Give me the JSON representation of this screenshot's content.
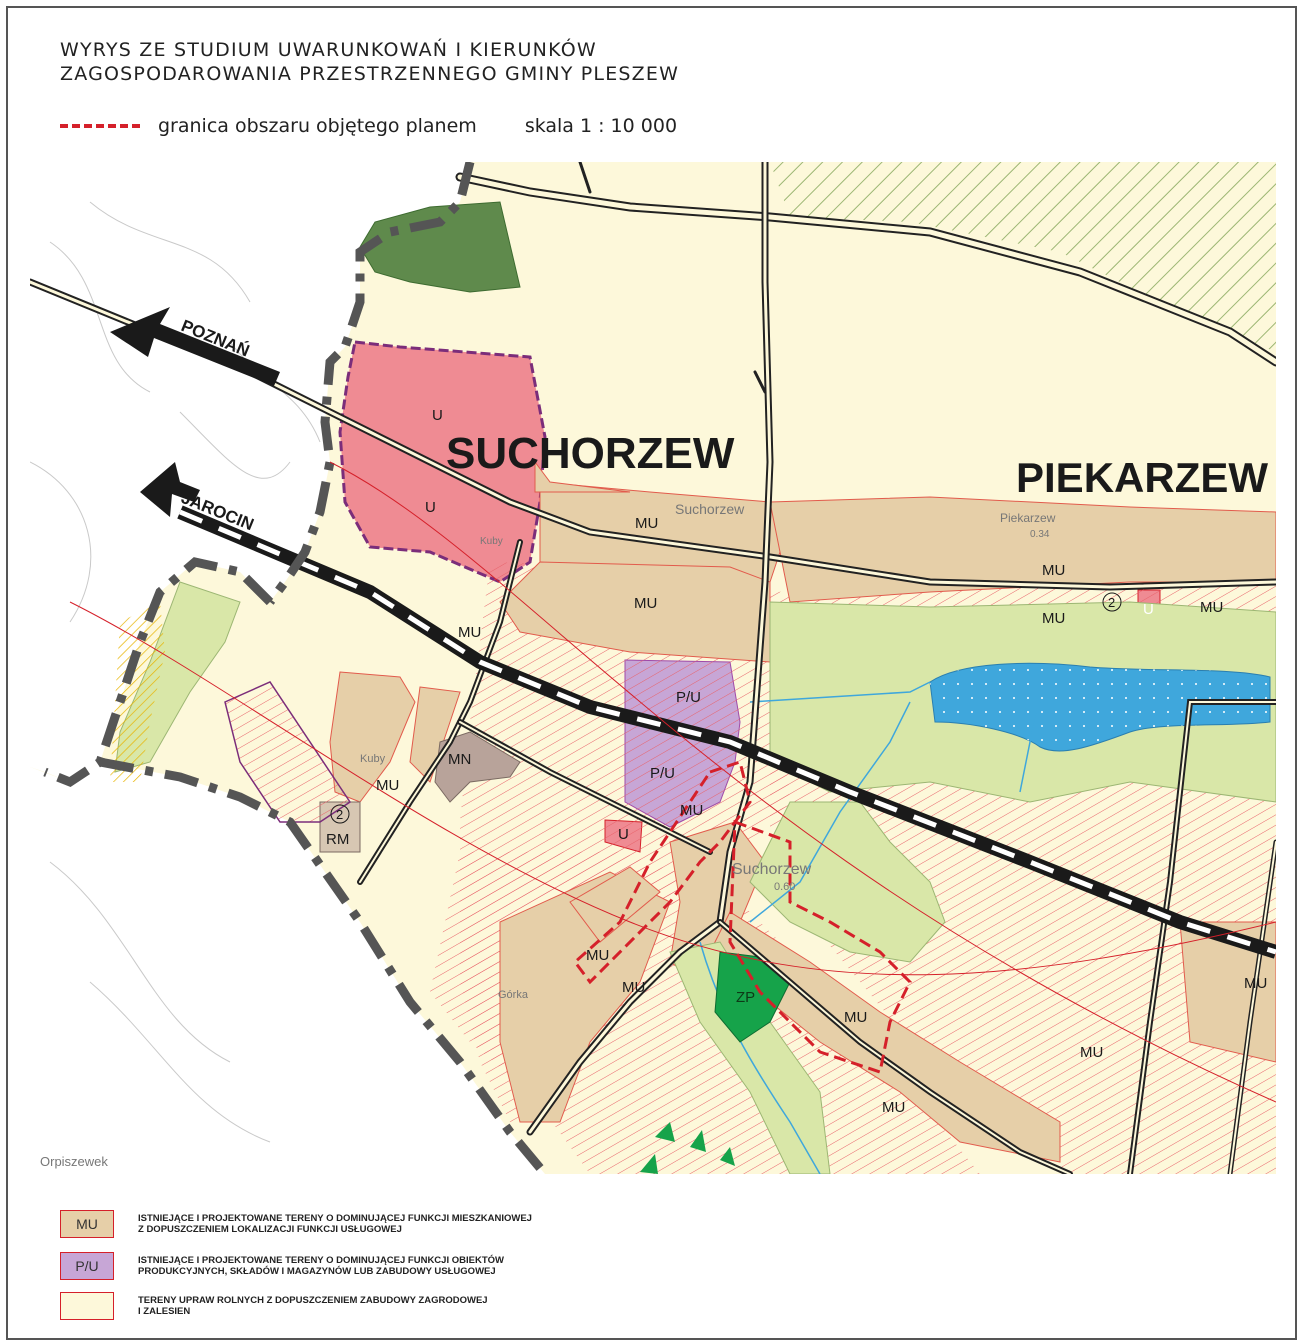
{
  "title": {
    "line1": "WYRYS ZE STUDIUM UWARUNKOWAŃ I KIERUNKÓW",
    "line2": "ZAGOSPODAROWANIA  PRZESTRZENNEGO GMINY PLESZEW"
  },
  "boundary_legend": {
    "label": "granica obszaru objętego planem",
    "scale": "skala 1 : 10 000",
    "color": "#d5202a"
  },
  "map": {
    "villages": {
      "suchorzew": "SUCHORZEW",
      "piekarzew": "PIEKARZEW"
    },
    "directions": {
      "poznan": "POZNAŃ",
      "jarocin": "JAROCIN"
    },
    "place_labels": {
      "suchorzew_small": "Suchorzew",
      "piekarzew_small": "Piekarzew",
      "piekarzew_area": "0.34",
      "suchorzew_lower": "Suchorzew",
      "suchorzew_lower_area": "0.60",
      "kuby_upper": "Kuby",
      "kuby_lower": "Kuby",
      "gorka": "Górka",
      "orpiszewek": "Orpiszewek"
    },
    "zone_labels": {
      "u1": "U",
      "u2": "U",
      "u3": "U",
      "u4": "U",
      "mu1": "MU",
      "mu2": "MU",
      "mu3": "MU",
      "mu4": "MU",
      "mu5": "MU",
      "mu6": "MU",
      "mu7": "MU",
      "mu8": "MU",
      "mu9": "MU",
      "mu10": "MU",
      "mu11": "MU",
      "mu12": "MU",
      "mu13": "MU",
      "mu14": "MU",
      "pu1": "P/U",
      "pu2": "P/U",
      "mn": "MN",
      "rm": "RM",
      "zp": "ZP",
      "circle1": "2",
      "circle2": "2"
    },
    "colors": {
      "agricultural": "#fdf8da",
      "residential": "#e6cfa8",
      "services": "#ef8b93",
      "industrial": "#c7a6d6",
      "green": "#d9e7a8",
      "forest": "#5f8a4c",
      "park": "#16a34a",
      "water": "#3fa7dc",
      "boundary": "#555555",
      "plan_boundary": "#d5202a"
    }
  },
  "legend": {
    "items": [
      {
        "code": "MU",
        "text": "ISTNIEJĄCE I PROJEKTOWANE TERENY O DOMINUJĄCEJ FUNKCJI MIESZKANIOWEJ\nZ DOPUSZCZENIEM LOKALIZACJI FUNKCJI USŁUGOWEJ",
        "color": "#e6cfa8"
      },
      {
        "code": "P/U",
        "text": "ISTNIEJĄCE I PROJEKTOWANE TERENY O DOMINUJĄCEJ FUNKCJI OBIEKTÓW\nPRODUKCYJNYCH, SKŁADÓW I MAGAZYNÓW LUB ZABUDOWY USŁUGOWEJ",
        "color": "#c7a6d6"
      },
      {
        "code": "",
        "text": "TERENY UPRAW ROLNYCH Z DOPUSZCZENIEM ZABUDOWY ZAGRODOWEJ\nI ZALESIEN",
        "color": "#fdf8da"
      }
    ]
  }
}
